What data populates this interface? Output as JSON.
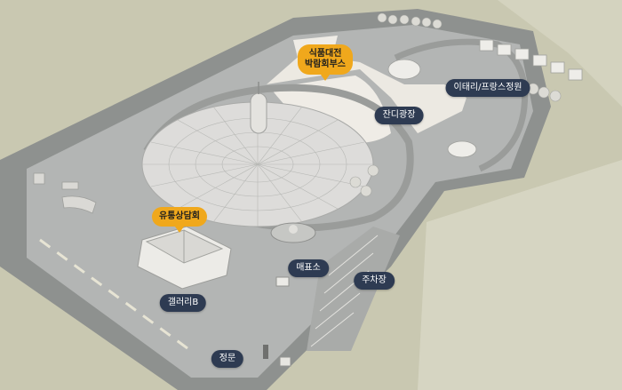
{
  "map": {
    "pins": [
      {
        "id": "food-expo-pin",
        "label": "식품대전\n박람회부스"
      },
      {
        "id": "distribution-pin",
        "label": "유통상담회"
      }
    ],
    "labels": [
      {
        "id": "italy-garden-label",
        "label": "이태리/프랑스정원"
      },
      {
        "id": "lawn-plaza-label",
        "label": "잔디광장"
      },
      {
        "id": "ticket-office-label",
        "label": "매표소"
      },
      {
        "id": "parking-label",
        "label": "주차장"
      },
      {
        "id": "gallery-b-label",
        "label": "갤러리B"
      },
      {
        "id": "main-gate-label",
        "label": "정문"
      }
    ],
    "colors": {
      "terrain": "#c9c8b1",
      "road": "#8e918f",
      "site": "#c4c5c3",
      "plaza": "#ece9e2",
      "pill": "#2e3b52",
      "pin": "#f0a81c"
    }
  }
}
